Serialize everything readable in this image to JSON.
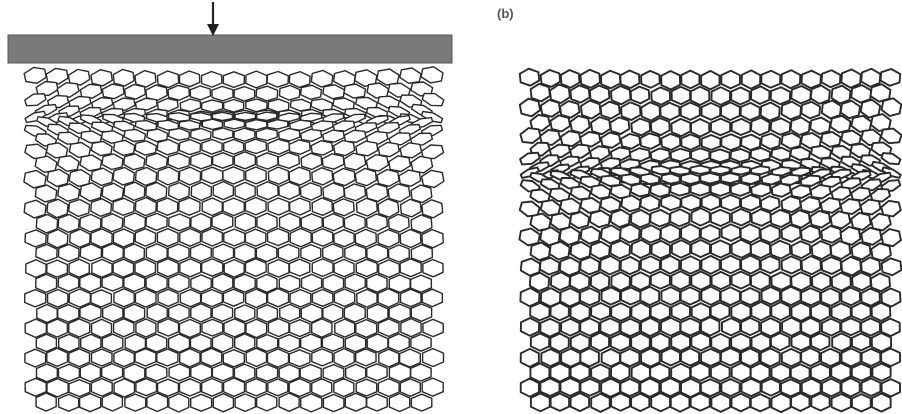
{
  "figure": {
    "panels": [
      {
        "id": "left",
        "label": "",
        "loaded": true,
        "load_direction": "down",
        "columns": 19,
        "rows": 26,
        "densified_zone": "top-center",
        "colors": {
          "platen": "#7a7a7a",
          "platen_edge": "#555555",
          "arrow": "#222222",
          "cell_stroke": "#2a2a2a"
        }
      },
      {
        "id": "right",
        "label": "(b)",
        "loaded": false,
        "columns": 19,
        "rows": 26,
        "densified_zone": "center",
        "colors": {
          "cell_stroke": "#2a2a2a"
        }
      }
    ]
  }
}
